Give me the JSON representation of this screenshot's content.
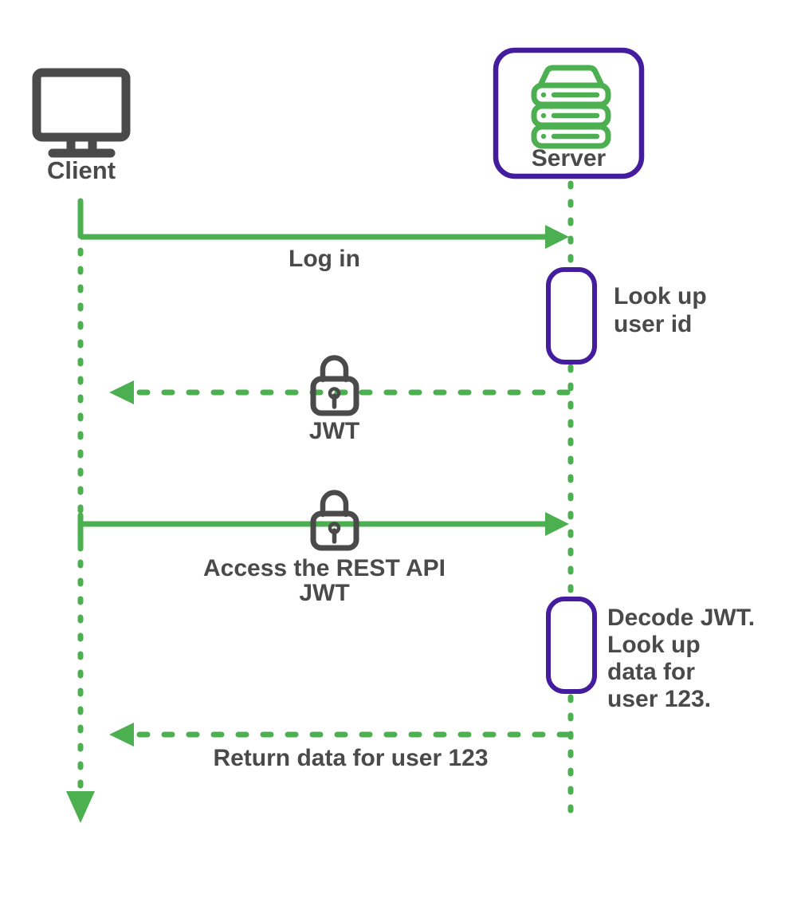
{
  "diagram": {
    "type": "sequence-diagram",
    "topic": "JWT authentication flow",
    "actors": {
      "client": {
        "label": "Client",
        "icon": "monitor-icon"
      },
      "server": {
        "label": "Server",
        "icon": "server-stack-icon"
      }
    },
    "messages": [
      {
        "from": "client",
        "to": "server",
        "style": "solid",
        "label": "Log in"
      },
      {
        "from": "server",
        "to": "client",
        "style": "dashed",
        "label": "JWT",
        "icon": "lock-icon"
      },
      {
        "from": "client",
        "to": "server",
        "style": "solid",
        "label": "Access the REST API\nJWT",
        "icon": "lock-icon"
      },
      {
        "from": "server",
        "to": "client",
        "style": "dashed",
        "label": "Return data for user 123"
      }
    ],
    "activations": [
      {
        "actor": "server",
        "label": "Look up\nuser id"
      },
      {
        "actor": "server",
        "label": "Decode JWT.\nLook up\ndata for\nuser 123."
      }
    ],
    "colors": {
      "green": "#4caf50",
      "purple": "#431d9e",
      "gray": "#4a4a4a",
      "background": "#ffffff"
    }
  }
}
